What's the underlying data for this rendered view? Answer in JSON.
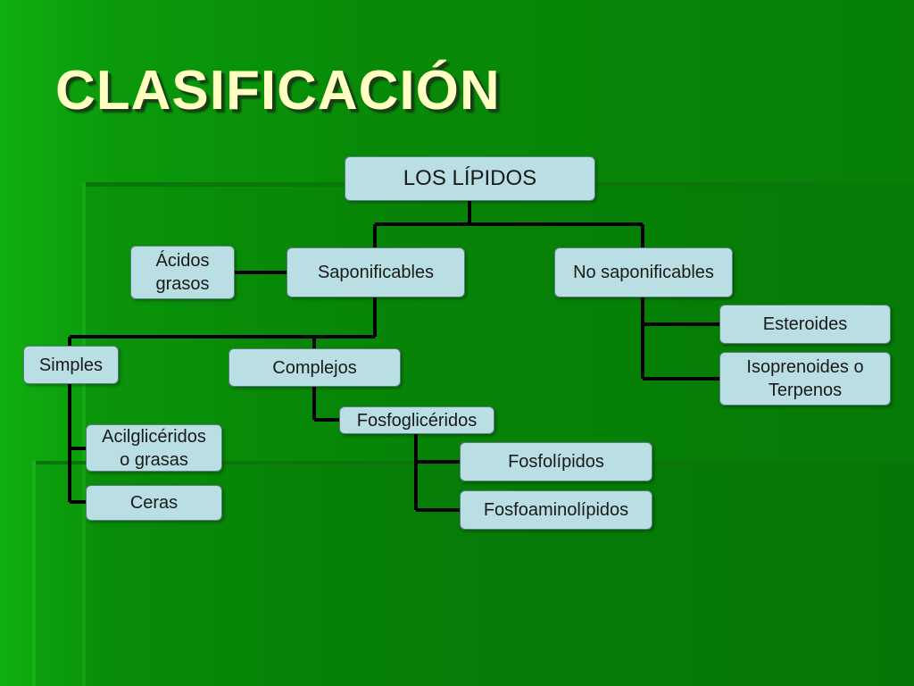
{
  "title": "CLASIFICACIÓN",
  "colors": {
    "background": "#088a08",
    "title": "#ffffc2",
    "node_fill": "#b9dee3",
    "connector": "#000000"
  },
  "diagram": {
    "root": "LOS LÍPIDOS",
    "acidos_grasos": "Ácidos\ngrasos",
    "saponificables": "Saponificables",
    "no_saponificables": "No saponificables",
    "esteroides": "Esteroides",
    "isoprenoides": "Isoprenoides o\nTerpenos",
    "simples": "Simples",
    "complejos": "Complejos",
    "fosfogliceridos": "Fosfoglicéridos",
    "acilgliceridos": "Acilglicéridos\no grasas",
    "ceras": "Ceras",
    "fosfolipidos": "Fosfolípidos",
    "fosfoaminolipidos": "Fosfoaminolípidos"
  }
}
